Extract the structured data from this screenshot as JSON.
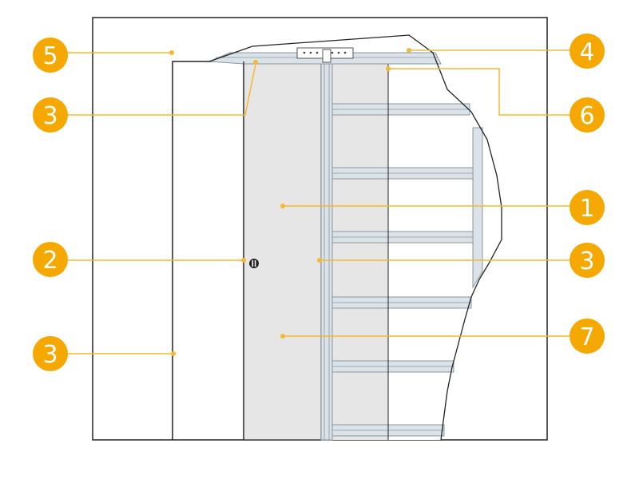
{
  "colors": {
    "accent": "#f5a800",
    "leader": "#f5b82e",
    "outline": "#222222",
    "panel": "#e6e6e6",
    "frame_steel": "#dbe2e8",
    "frame_edge": "#8a97a3"
  },
  "callouts": [
    {
      "id": "c5-top-left",
      "number": "5",
      "side": "left"
    },
    {
      "id": "c3-upper-left",
      "number": "3",
      "side": "left"
    },
    {
      "id": "c2-mid-left",
      "number": "2",
      "side": "left"
    },
    {
      "id": "c3-lower-left",
      "number": "3",
      "side": "left"
    },
    {
      "id": "c4-top-right",
      "number": "4",
      "side": "right"
    },
    {
      "id": "c6-upper-right",
      "number": "6",
      "side": "right"
    },
    {
      "id": "c1-right",
      "number": "1",
      "side": "right"
    },
    {
      "id": "c3-mid-right",
      "number": "3",
      "side": "right"
    },
    {
      "id": "c7-lower-right",
      "number": "7",
      "side": "right"
    }
  ],
  "parts": {
    "door_panel": "door-panel",
    "door_handle": "flush-pull-icon",
    "pocket_frame": "steel-pocket-frame",
    "top_track": "sliding-track",
    "wall_opening": "wall-opening"
  }
}
